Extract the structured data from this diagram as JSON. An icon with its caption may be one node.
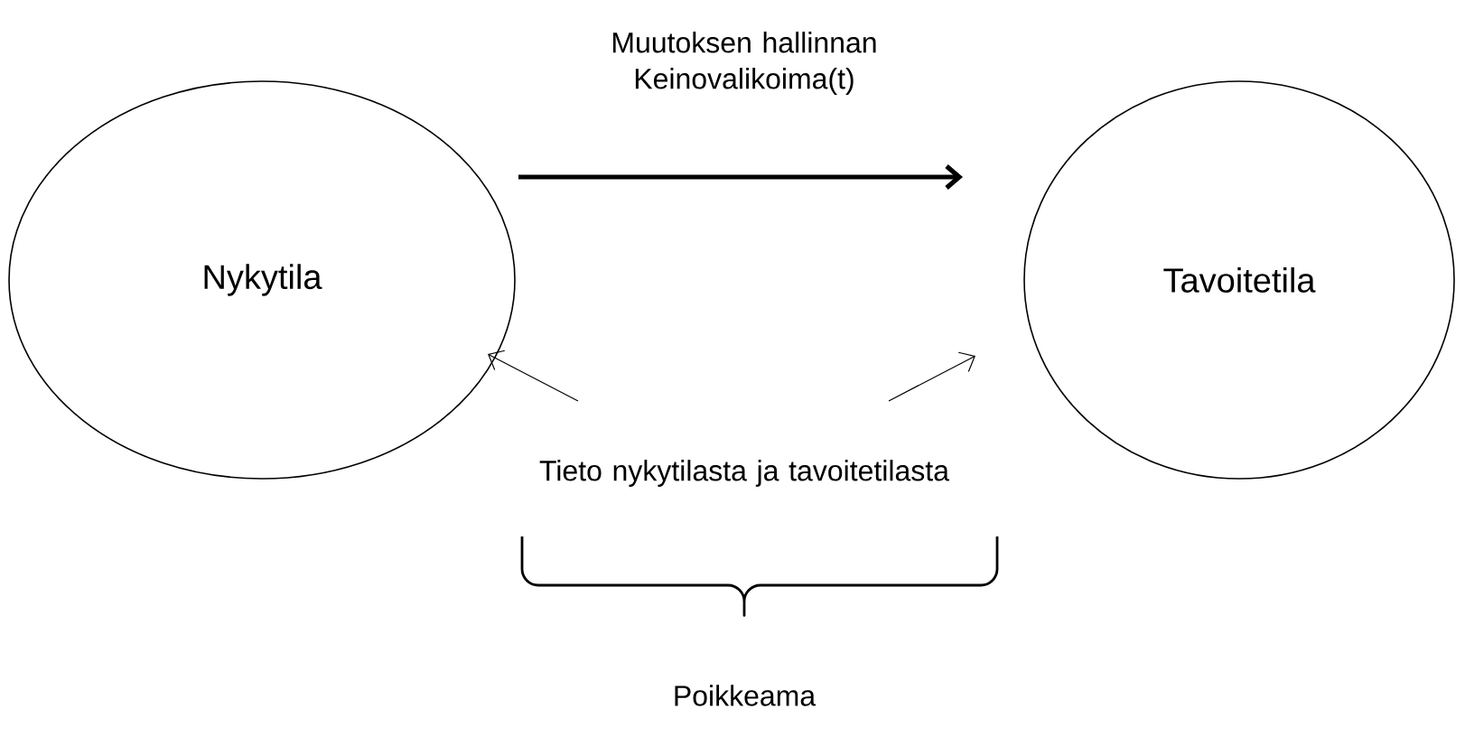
{
  "diagram": {
    "nodes": [
      {
        "text": [
          "Nykytila"
        ]
      },
      {
        "text": [
          "Tavoitetila"
        ]
      },
      {
        "text": [
          "Tieto nykytilasta ja tavoitetilasta"
        ]
      }
    ],
    "edges": [
      {
        "from": 0,
        "to": 1,
        "arrow": "to",
        "label": "Muutoksen hallinnan Keinovalikoima(t)",
        "style": "thick"
      },
      {
        "from": 2,
        "to": 0,
        "arrow": "to"
      },
      {
        "from": 2,
        "to": 1,
        "arrow": "to"
      }
    ],
    "labels": [
      "Poikkeama"
    ]
  }
}
